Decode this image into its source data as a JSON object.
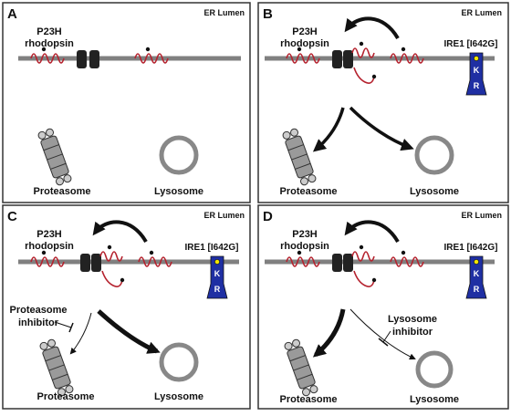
{
  "colors": {
    "panel_border": "#333333",
    "membrane": "#808080",
    "rhodopsin": "#b5222e",
    "lysosome": "#888888",
    "ire1": "#1f2fa3",
    "ire1_dot": "#f2e600",
    "arrow": "#111111"
  },
  "icons": {
    "proteasome": "proteasome-icon",
    "lysosome": "lysosome-icon",
    "rhodopsin": "rhodopsin-icon",
    "ire1": "ire1-icon",
    "chaperone": "chaperone-icon"
  },
  "panels": {
    "A": {
      "letter": "A",
      "region": "ER Lumen",
      "protein": [
        "P23H",
        "rhodopsin"
      ],
      "proteasome": "Proteasome",
      "lysosome": "Lysosome"
    },
    "B": {
      "letter": "B",
      "region": "ER Lumen",
      "protein": [
        "P23H",
        "rhodopsin"
      ],
      "sensor": "IRE1 [I642G]",
      "kinase": "K",
      "rnase": "R",
      "proteasome": "Proteasome",
      "lysosome": "Lysosome"
    },
    "C": {
      "letter": "C",
      "region": "ER Lumen",
      "protein": [
        "P23H",
        "rhodopsin"
      ],
      "sensor": "IRE1 [I642G]",
      "kinase": "K",
      "rnase": "R",
      "inhibitor": [
        "Proteasome",
        "inhibitor"
      ],
      "proteasome": "Proteasome",
      "lysosome": "Lysosome"
    },
    "D": {
      "letter": "D",
      "region": "ER Lumen",
      "protein": [
        "P23H",
        "rhodopsin"
      ],
      "sensor": "IRE1 [I642G]",
      "kinase": "K",
      "rnase": "R",
      "inhibitor": [
        "Lysosome",
        "inhibitor"
      ],
      "proteasome": "Proteasome",
      "lysosome": "Lysosome"
    }
  }
}
